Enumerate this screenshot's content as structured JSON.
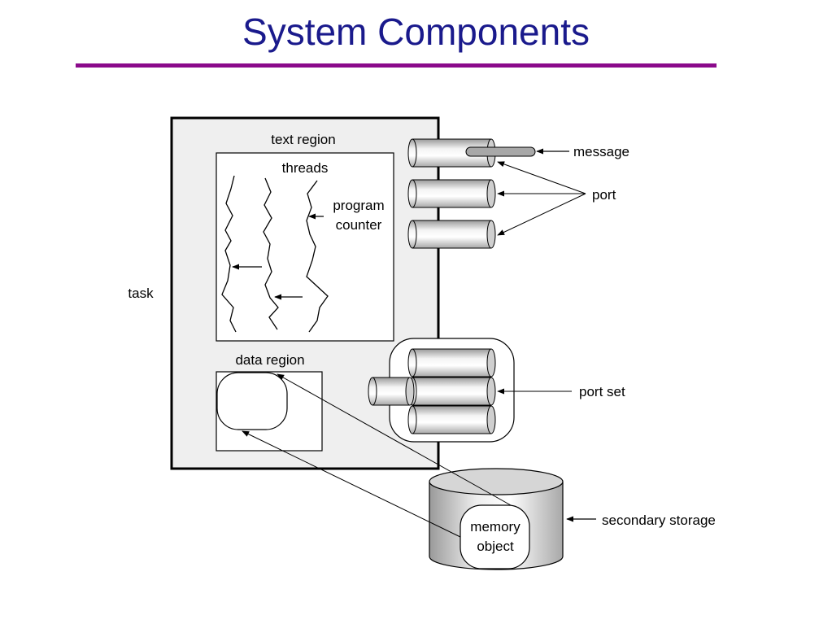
{
  "title": "System Components",
  "colors": {
    "title": "#1a1a8c",
    "rule": "#8b0a8b",
    "task_fill": "#efefef"
  },
  "labels": {
    "text_region": "text region",
    "threads": "threads",
    "program_line1": "program",
    "program_line2": "counter",
    "task": "task",
    "data_region": "data region",
    "message": "message",
    "port": "port",
    "port_set": "port set",
    "memory_line1": "memory",
    "memory_line2": "object",
    "secondary_storage": "secondary storage"
  }
}
